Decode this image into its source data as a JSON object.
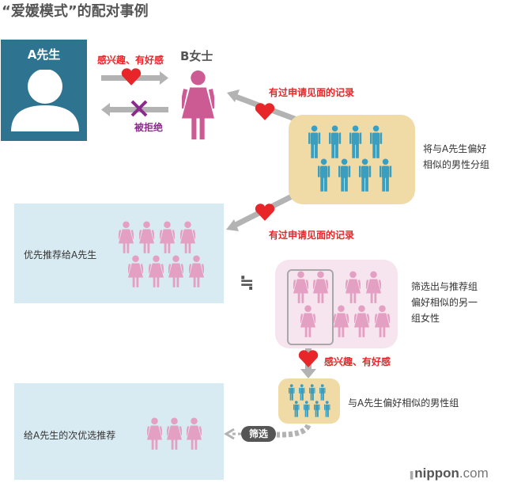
{
  "title": "“爱媛模式”的配对事例",
  "person_a": {
    "label": "A先生"
  },
  "person_b": {
    "label": "B女士"
  },
  "labels": {
    "interest_top": "感兴趣、有好感",
    "rejected": "被拒绝",
    "meeting_record_1": "有过申请见面的记录",
    "meeting_record_2": "有过申请见面的记录",
    "interest_bottom": "感兴趣、有好感",
    "approx": "≒",
    "filter": "筛选"
  },
  "groups": {
    "male_group_desc": [
      "将与A先生偏好",
      "相似的男性分组"
    ],
    "priority": "优先推荐给A先生",
    "similar_female": [
      "筛选出与推荐组",
      "偏好相似的另一",
      "组女性"
    ],
    "male_group_2": "与A先生偏好相似的男性组",
    "secondary": "给A先生的次优选推荐"
  },
  "logo": {
    "name": "nippon",
    "suffix": ".com"
  },
  "colors": {
    "teal": "#2e7490",
    "pink": "#cc5a93",
    "lightpink": "#e3a0c3",
    "blue": "#3a9ec0",
    "tan": "#f0dba6",
    "lightblue": "#d9ebf2",
    "red": "#e8262a",
    "purple": "#8b2a8c",
    "gray": "#b3b3b3"
  }
}
